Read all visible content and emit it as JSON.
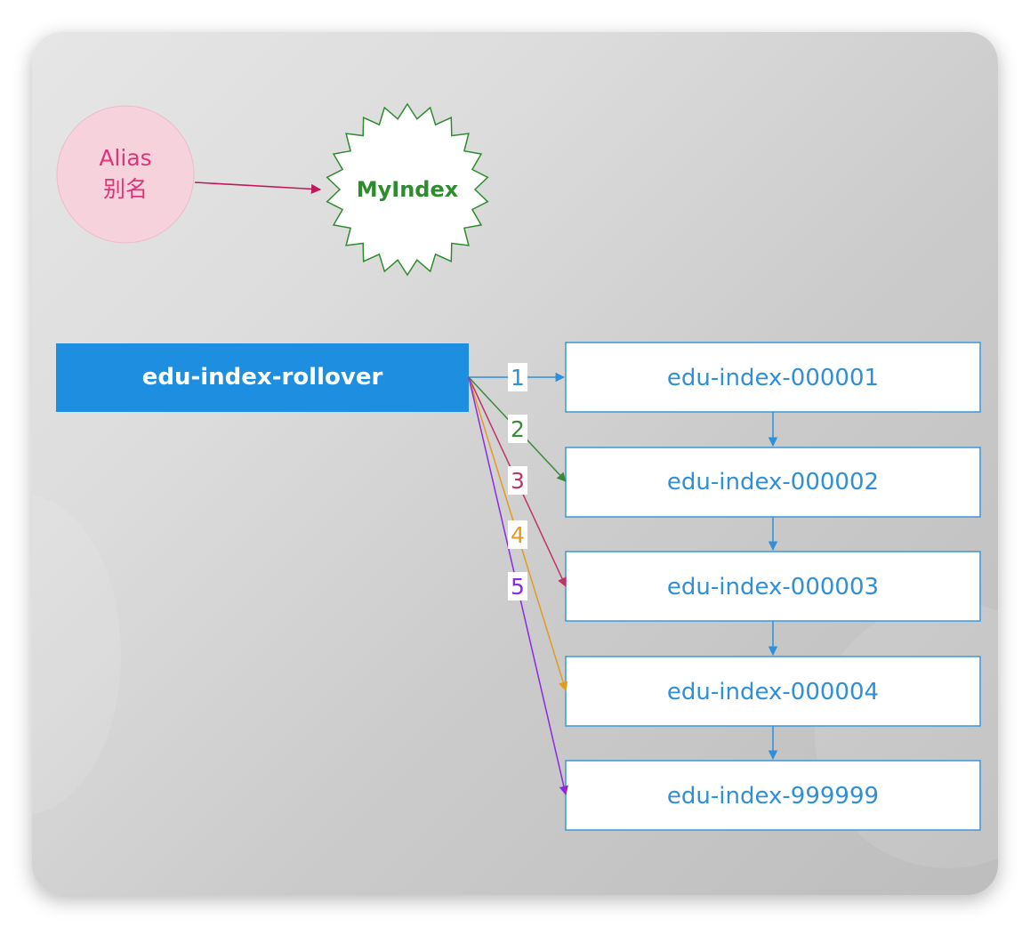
{
  "alias": {
    "line1": "Alias",
    "line2": "别名"
  },
  "target": {
    "label": "MyIndex"
  },
  "rollover": {
    "label": "edu-index-rollover"
  },
  "indices": [
    {
      "label": "edu-index-000001"
    },
    {
      "label": "edu-index-000002"
    },
    {
      "label": "edu-index-000003"
    },
    {
      "label": "edu-index-000004"
    },
    {
      "label": "edu-index-999999"
    }
  ],
  "steps": [
    {
      "label": "1",
      "color": "#2f8fd8"
    },
    {
      "label": "2",
      "color": "#3a8a3a"
    },
    {
      "label": "3",
      "color": "#c23365"
    },
    {
      "label": "4",
      "color": "#e39a1e"
    },
    {
      "label": "5",
      "color": "#8a2be2"
    }
  ],
  "colors": {
    "rollover_fill": "#1e8ee0",
    "index_border": "#3a97db",
    "alias_fill": "#f6d3dc",
    "alias_arrow": "#c2185b"
  }
}
